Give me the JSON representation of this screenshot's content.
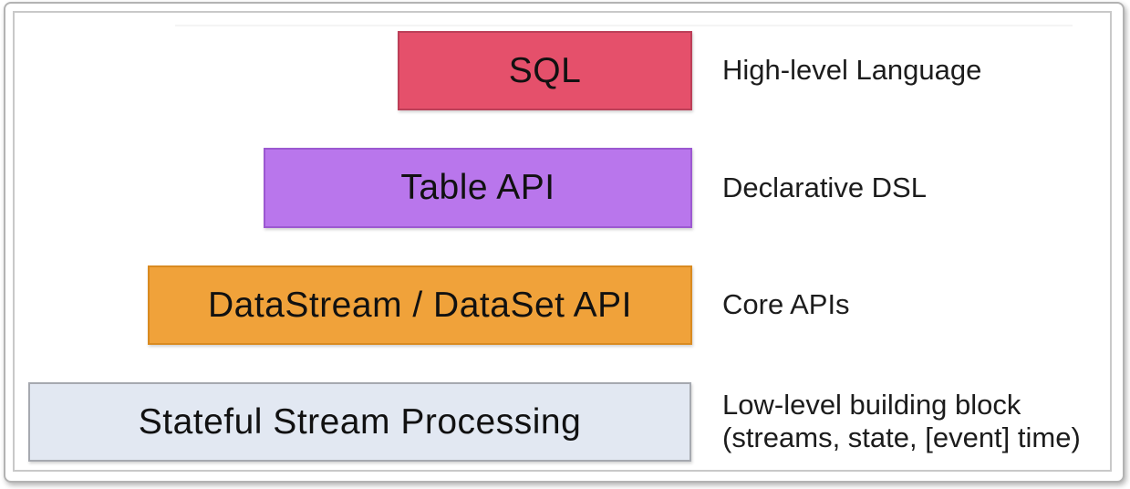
{
  "diagram": {
    "name": "flink-api-stack",
    "layers": [
      {
        "label": "SQL",
        "annotation_lines": [
          "High-level Language"
        ],
        "fill": "#e5506b",
        "border": "#bc3f58"
      },
      {
        "label": "Table API",
        "annotation_lines": [
          "Declarative DSL"
        ],
        "fill": "#b976ec",
        "border": "#9c59d1"
      },
      {
        "label": "DataStream / DataSet API",
        "annotation_lines": [
          "Core APIs"
        ],
        "fill": "#f0a23a",
        "border": "#d98a20"
      },
      {
        "label": "Stateful Stream Processing",
        "annotation_lines": [
          "Low-level building block",
          "(streams, state, [event] time)"
        ],
        "fill": "#e2e8f2",
        "border": "#a6a9b0"
      }
    ]
  }
}
